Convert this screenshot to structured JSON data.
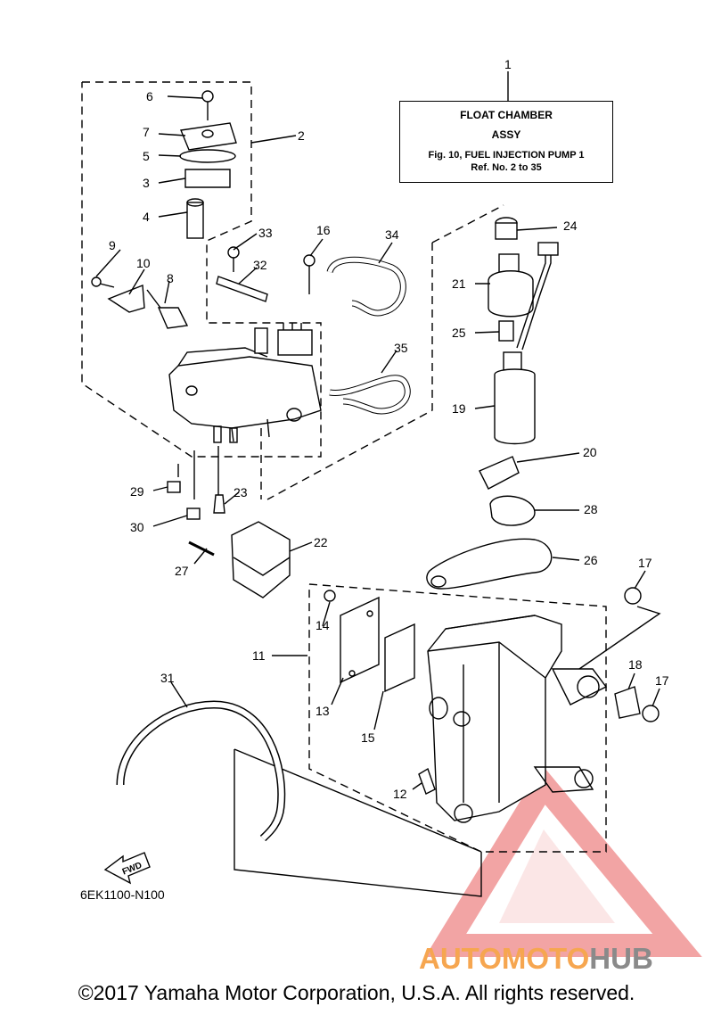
{
  "title_box": {
    "line1": "FLOAT CHAMBER",
    "line2": "ASSY",
    "line3": "Fig. 10, FUEL INJECTION PUMP 1",
    "line4": "Ref. No. 2 to 35"
  },
  "part_numbers": [
    "1",
    "2",
    "3",
    "4",
    "5",
    "6",
    "7",
    "8",
    "9",
    "10",
    "11",
    "12",
    "13",
    "14",
    "15",
    "16",
    "17",
    "17",
    "18",
    "19",
    "20",
    "21",
    "22",
    "23",
    "24",
    "25",
    "26",
    "27",
    "28",
    "29",
    "30",
    "31",
    "32",
    "33",
    "34",
    "35"
  ],
  "direction_label": "FWD",
  "diagram_code": "6EK1100-N100",
  "copyright": "©2017 Yamaha Motor Corporation, U.S.A. All rights reserved.",
  "watermark": {
    "part1": "AUTOMOTO",
    "part2": "HUB",
    "color1": "#f6a650",
    "color2": "#8a8a8a",
    "logo_color": "#e85a5a"
  }
}
